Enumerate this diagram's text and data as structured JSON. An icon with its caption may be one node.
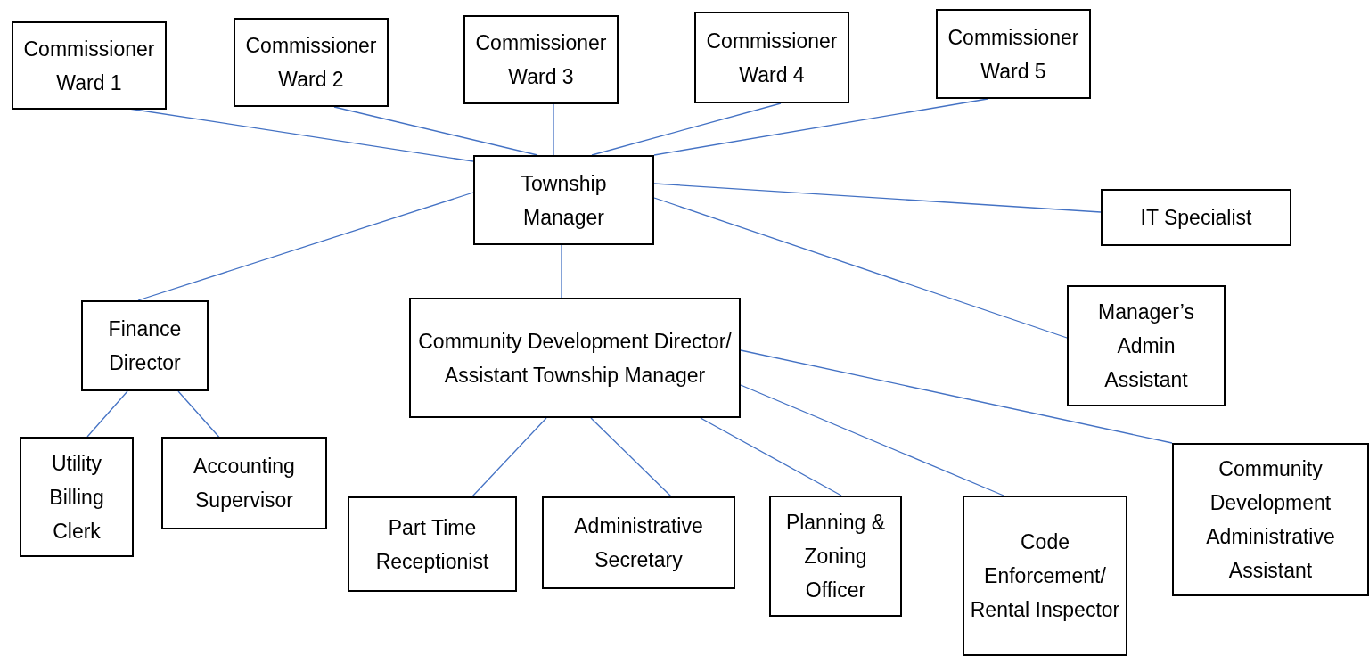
{
  "diagram": {
    "nodes": [
      {
        "text": [
          "Commissioner Ward 1"
        ]
      },
      {
        "text": [
          "Commissioner Ward 2"
        ]
      },
      {
        "text": [
          "Commissioner Ward 3"
        ]
      },
      {
        "text": [
          "Commissioner Ward 4"
        ]
      },
      {
        "text": [
          "Commissioner Ward 5"
        ]
      },
      {
        "text": [
          "Township Manager"
        ]
      },
      {
        "text": [
          "IT Specialist"
        ]
      },
      {
        "text": [
          "Manager’s Admin Assistant"
        ]
      },
      {
        "text": [
          "Finance Director"
        ]
      },
      {
        "text": [
          "Community Development Director/ Assistant Township Manager"
        ]
      },
      {
        "text": [
          "Utility Billing Clerk"
        ]
      },
      {
        "text": [
          "Accounting Supervisor"
        ]
      },
      {
        "text": [
          "Part Time Receptionist"
        ]
      },
      {
        "text": [
          "Administrative Secretary"
        ]
      },
      {
        "text": [
          "Planning & Zoning Officer"
        ]
      },
      {
        "text": [
          "Code Enforcement/ Rental Inspector"
        ]
      },
      {
        "text": [
          "Community Development Administrative Assistant"
        ]
      }
    ],
    "edges": [
      {
        "from": 0,
        "to": 5,
        "arrow": "none"
      },
      {
        "from": 1,
        "to": 5,
        "arrow": "none"
      },
      {
        "from": 2,
        "to": 5,
        "arrow": "none"
      },
      {
        "from": 3,
        "to": 5,
        "arrow": "none"
      },
      {
        "from": 4,
        "to": 5,
        "arrow": "none"
      },
      {
        "from": 5,
        "to": 6,
        "arrow": "none"
      },
      {
        "from": 5,
        "to": 8,
        "arrow": "none"
      },
      {
        "from": 5,
        "to": 7,
        "arrow": "none"
      },
      {
        "from": 5,
        "to": 9,
        "arrow": "none"
      },
      {
        "from": 8,
        "to": 10,
        "arrow": "none"
      },
      {
        "from": 8,
        "to": 11,
        "arrow": "none"
      },
      {
        "from": 9,
        "to": 12,
        "arrow": "none"
      },
      {
        "from": 9,
        "to": 13,
        "arrow": "none"
      },
      {
        "from": 9,
        "to": 14,
        "arrow": "none"
      },
      {
        "from": 9,
        "to": 15,
        "arrow": "none"
      },
      {
        "from": 9,
        "to": 16,
        "arrow": "none"
      }
    ]
  }
}
